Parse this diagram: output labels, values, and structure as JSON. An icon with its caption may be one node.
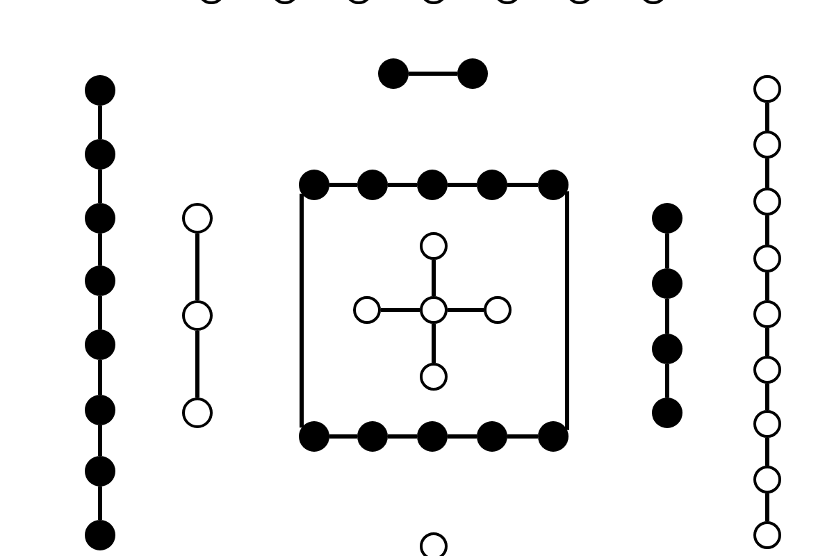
{
  "diagram": {
    "nodes": [
      {
        "text": [],
        "shape": "circle"
      },
      {
        "text": [],
        "shape": "circle"
      },
      {
        "text": [],
        "shape": "circle"
      },
      {
        "text": [],
        "shape": "circle"
      },
      {
        "text": [],
        "shape": "circle"
      },
      {
        "text": [],
        "shape": "circle"
      },
      {
        "text": [],
        "shape": "circle"
      },
      {
        "text": [],
        "shape": "dot"
      },
      {
        "text": [],
        "shape": "dot"
      },
      {
        "text": [],
        "shape": "dot"
      },
      {
        "text": [],
        "shape": "dot"
      },
      {
        "text": [],
        "shape": "dot"
      },
      {
        "text": [],
        "shape": "dot"
      },
      {
        "text": [],
        "shape": "dot"
      },
      {
        "text": [],
        "shape": "dot"
      },
      {
        "text": [],
        "shape": "dot"
      },
      {
        "text": [],
        "shape": "dot"
      },
      {
        "text": [],
        "shape": "circle"
      },
      {
        "text": [],
        "shape": "circle"
      },
      {
        "text": [],
        "shape": "circle"
      },
      {
        "text": [],
        "shape": "dot"
      },
      {
        "text": [],
        "shape": "dot"
      },
      {
        "text": [],
        "shape": "dot"
      },
      {
        "text": [],
        "shape": "dot"
      },
      {
        "text": [],
        "shape": "dot"
      },
      {
        "text": [],
        "shape": "dot"
      },
      {
        "text": [],
        "shape": "dot"
      },
      {
        "text": [],
        "shape": "dot"
      },
      {
        "text": [],
        "shape": "dot"
      },
      {
        "text": [],
        "shape": "dot"
      },
      {
        "text": [],
        "shape": "circle"
      },
      {
        "text": [],
        "shape": "circle"
      },
      {
        "text": [],
        "shape": "circle"
      },
      {
        "text": [],
        "shape": "circle"
      },
      {
        "text": [],
        "shape": "circle"
      },
      {
        "text": [],
        "shape": "dot"
      },
      {
        "text": [],
        "shape": "dot"
      },
      {
        "text": [],
        "shape": "dot"
      },
      {
        "text": [],
        "shape": "dot"
      },
      {
        "text": [],
        "shape": "circle"
      },
      {
        "text": [],
        "shape": "circle"
      },
      {
        "text": [],
        "shape": "circle"
      },
      {
        "text": [],
        "shape": "circle"
      },
      {
        "text": [],
        "shape": "circle"
      },
      {
        "text": [],
        "shape": "circle"
      },
      {
        "text": [],
        "shape": "circle"
      },
      {
        "text": [],
        "shape": "circle"
      },
      {
        "text": [],
        "shape": "circle"
      },
      {
        "text": [],
        "shape": "circle"
      }
    ],
    "edges": [
      {
        "from": 7,
        "to": 8,
        "arrow": "none"
      },
      {
        "from": 9,
        "to": 10,
        "arrow": "none"
      },
      {
        "from": 10,
        "to": 11,
        "arrow": "none"
      },
      {
        "from": 11,
        "to": 12,
        "arrow": "none"
      },
      {
        "from": 12,
        "to": 13,
        "arrow": "none"
      },
      {
        "from": 13,
        "to": 14,
        "arrow": "none"
      },
      {
        "from": 14,
        "to": 15,
        "arrow": "none"
      },
      {
        "from": 15,
        "to": 16,
        "arrow": "none"
      },
      {
        "from": 17,
        "to": 18,
        "arrow": "none"
      },
      {
        "from": 18,
        "to": 19,
        "arrow": "none"
      },
      {
        "from": 20,
        "to": 21,
        "arrow": "none"
      },
      {
        "from": 21,
        "to": 22,
        "arrow": "none"
      },
      {
        "from": 22,
        "to": 23,
        "arrow": "none"
      },
      {
        "from": 23,
        "to": 24,
        "arrow": "none"
      },
      {
        "from": 25,
        "to": 26,
        "arrow": "none"
      },
      {
        "from": 26,
        "to": 27,
        "arrow": "none"
      },
      {
        "from": 27,
        "to": 28,
        "arrow": "none"
      },
      {
        "from": 28,
        "to": 29,
        "arrow": "none"
      },
      {
        "from": 20,
        "to": 25,
        "arrow": "none"
      },
      {
        "from": 24,
        "to": 29,
        "arrow": "none"
      },
      {
        "from": 30,
        "to": 32,
        "arrow": "none"
      },
      {
        "from": 31,
        "to": 32,
        "arrow": "none"
      },
      {
        "from": 32,
        "to": 33,
        "arrow": "none"
      },
      {
        "from": 32,
        "to": 34,
        "arrow": "none"
      },
      {
        "from": 35,
        "to": 36,
        "arrow": "none"
      },
      {
        "from": 36,
        "to": 37,
        "arrow": "none"
      },
      {
        "from": 37,
        "to": 38,
        "arrow": "none"
      },
      {
        "from": 39,
        "to": 40,
        "arrow": "none"
      },
      {
        "from": 40,
        "to": 41,
        "arrow": "none"
      },
      {
        "from": 41,
        "to": 42,
        "arrow": "none"
      },
      {
        "from": 42,
        "to": 43,
        "arrow": "none"
      },
      {
        "from": 43,
        "to": 44,
        "arrow": "none"
      },
      {
        "from": 44,
        "to": 45,
        "arrow": "none"
      },
      {
        "from": 45,
        "to": 46,
        "arrow": "none"
      },
      {
        "from": 46,
        "to": 47,
        "arrow": "none"
      }
    ]
  }
}
